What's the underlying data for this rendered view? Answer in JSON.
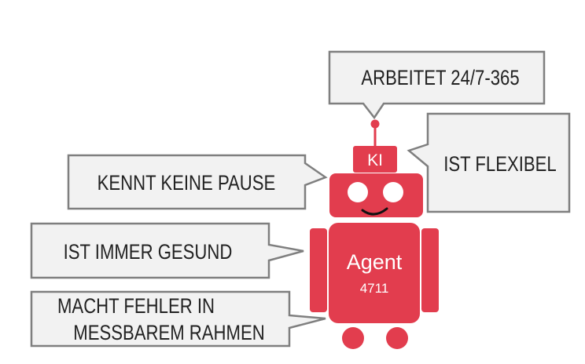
{
  "colors": {
    "robot_red": "#e23d4e",
    "bubble_fill": "#f2f2f2",
    "bubble_stroke": "#7f7f7f",
    "text": "#222222",
    "robot_text": "#ffffff"
  },
  "bubbles": {
    "arbeitet": "ARBEITET 24/7-365",
    "flexibel": "IST FLEXIBEL",
    "pause": "KENNT KEINE PAUSE",
    "gesund": "IST IMMER GESUND",
    "fehler_line1": "MACHT FEHLER IN",
    "fehler_line2": "MESSBAREM RAHMEN"
  },
  "robot": {
    "hat_label": "KI",
    "body_label": "Agent",
    "body_number": "4711"
  }
}
